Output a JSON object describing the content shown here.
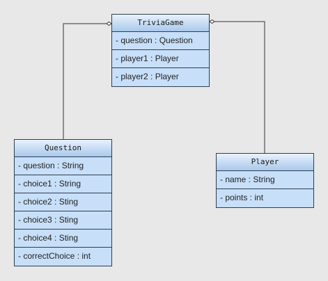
{
  "classes": {
    "trivia_game": {
      "name": "TriviaGame",
      "attributes": [
        "- question : Question",
        "- player1 : Player",
        "- player2 : Player"
      ]
    },
    "question": {
      "name": "Question",
      "attributes": [
        "- question : String",
        "- choice1 : String",
        "- choice2 : Sting",
        "- choice3 : Sting",
        "- choice4 : Sting",
        "- correctChoice : int"
      ]
    },
    "player": {
      "name": "Player",
      "attributes": [
        "- name : String",
        "- points : int"
      ]
    }
  },
  "colors": {
    "background": "#e8e8e8",
    "class_fill": "#c7dff8",
    "header_gradient_top": "#e8f2fc",
    "header_gradient_bottom": "#a9c8ec",
    "border": "#2e3d4f",
    "connector": "#333333"
  },
  "relationships": [
    {
      "from": "TriviaGame",
      "to": "Question",
      "type": "aggregation"
    },
    {
      "from": "TriviaGame",
      "to": "Player",
      "type": "aggregation"
    }
  ]
}
